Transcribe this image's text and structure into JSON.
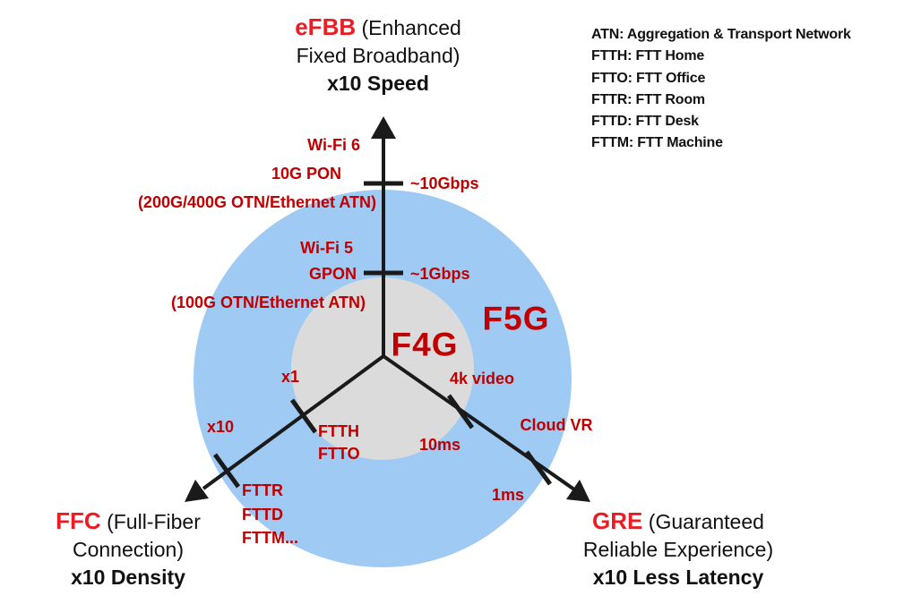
{
  "rings": {
    "outer_label": "F5G",
    "inner_label": "F4G"
  },
  "title_top": {
    "name": "eFBB",
    "name_suffix": " (Enhanced",
    "line2": "Fixed Broadband)",
    "metric": "x10 Speed"
  },
  "title_left": {
    "name": "FFC",
    "name_suffix": " (Full-Fiber",
    "line2": "Connection)",
    "metric": "x10 Density"
  },
  "title_right": {
    "name": "GRE",
    "name_suffix": " (Guaranteed",
    "line2": "Reliable Experience)",
    "metric": "x10 Less Latency"
  },
  "legend": {
    "items": [
      "ATN: Aggregation & Transport Network",
      "FTTH: FTT Home",
      "FTTO: FTT Office",
      "FTTR: FTT Room",
      "FTTD: FTT Desk",
      "FTTM: FTT Machine"
    ]
  },
  "speed_axis": {
    "tier2": {
      "wireless": "Wi-Fi 6",
      "access": "10G PON",
      "transport": "(200G/400G OTN/Ethernet ATN)",
      "rate": "~10Gbps"
    },
    "tier1": {
      "wireless": "Wi-Fi 5",
      "access": "GPON",
      "transport": "(100G OTN/Ethernet ATN)",
      "rate": "~1Gbps"
    }
  },
  "density_axis": {
    "inner_value": "x1",
    "inner_items": [
      "FTTH",
      "FTTO"
    ],
    "outer_value": "x10",
    "outer_items": [
      "FTTR",
      "FTTD",
      "FTTM..."
    ]
  },
  "latency_axis": {
    "inner_app": "4k video",
    "inner_value": "10ms",
    "outer_app": "Cloud VR",
    "outer_value": "1ms"
  },
  "colors": {
    "accent_red": "#ED1C24",
    "dark_red": "#C00000",
    "ring_outer": "#9ECAF4",
    "ring_inner": "#DBDBDB",
    "axis_black": "#1A1A1A"
  }
}
